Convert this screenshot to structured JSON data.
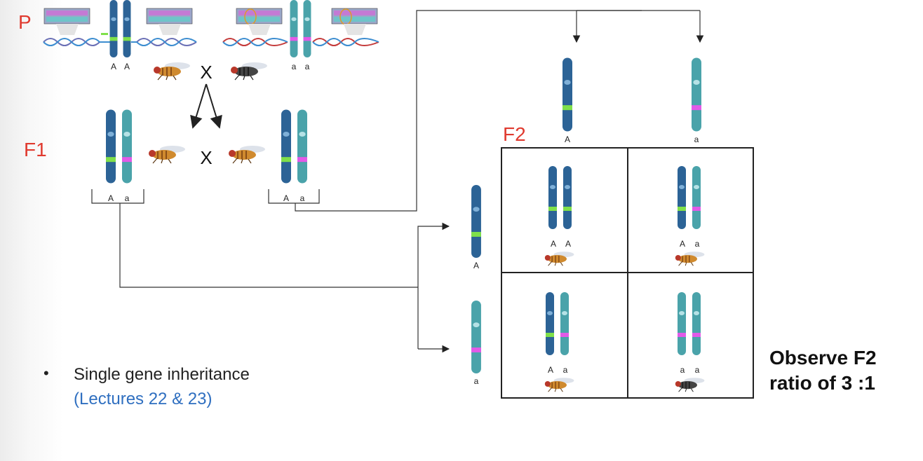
{
  "labels": {
    "parental": "P",
    "f1": "F1",
    "f2": "F2"
  },
  "alleles": {
    "dominant": "A",
    "recessive": "a"
  },
  "cross_symbol": "X",
  "bullet": {
    "marker": "•",
    "text": "Single gene inheritance",
    "subtext": "(Lectures 22 & 23)"
  },
  "observation": {
    "line1": "Observe F2",
    "line2": "ratio of 3 :1"
  },
  "colors": {
    "generation_label": "#e03a2f",
    "dominant_chromosome": "#2c6396",
    "recessive_chromosome": "#4aa3aa",
    "dominant_band": "#7fe04a",
    "recessive_band": "#e25ae8",
    "wild_type_fly": "#d08a2e",
    "mutant_fly": "#444444",
    "link_text": "#2f6fc0"
  }
}
